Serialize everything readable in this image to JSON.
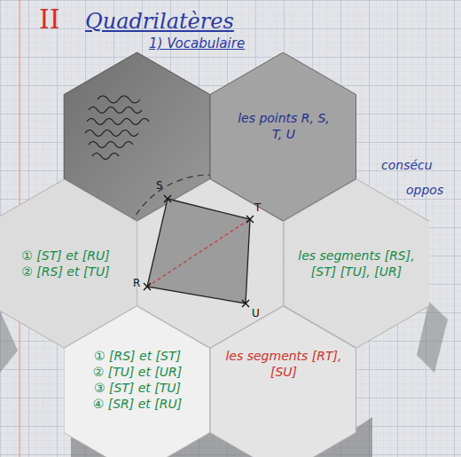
{
  "diagram": {
    "title": "Quadrilatères",
    "nodes": [
      {
        "text": [
          "les points R, S, T, U"
        ]
      },
      {
        "text": [
          "① [ST] et [RU]",
          "② [RS] et [TU]"
        ]
      },
      {
        "text": [
          "les segments [RS], [ST] [TU], [UR]"
        ]
      },
      {
        "text": [
          "① [RS] et [ST]",
          "② [TU] et [UR]",
          "③ [ST] et [TU]",
          "④ [SR] et [RU]"
        ]
      },
      {
        "text": [
          "les segments [RT], [SU]"
        ]
      }
    ],
    "labels": [
      "II",
      "1) Vocabulaire",
      "S",
      "T",
      "R",
      "U",
      "consécu",
      "oppos"
    ]
  }
}
